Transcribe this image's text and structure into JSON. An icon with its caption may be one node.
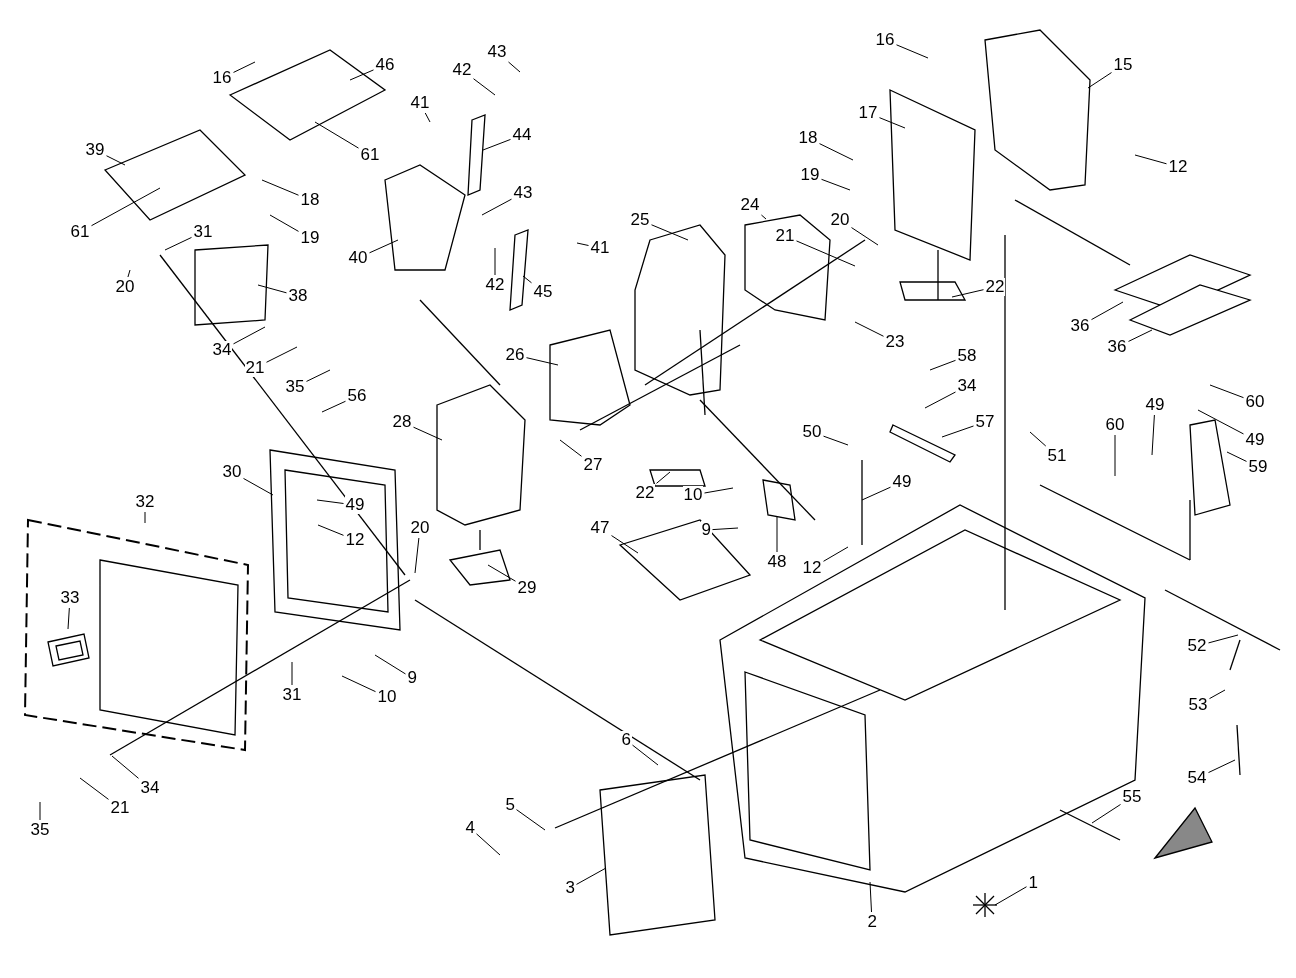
{
  "diagram": {
    "nodes": [
      {
        "text": [
          "16"
        ]
      },
      {
        "text": [
          "43"
        ]
      },
      {
        "text": [
          "15"
        ]
      },
      {
        "text": [
          "46"
        ]
      },
      {
        "text": [
          "42"
        ]
      },
      {
        "text": [
          "16"
        ]
      },
      {
        "text": [
          "41"
        ]
      },
      {
        "text": [
          "17"
        ]
      },
      {
        "text": [
          "44"
        ]
      },
      {
        "text": [
          "18"
        ]
      },
      {
        "text": [
          "39"
        ]
      },
      {
        "text": [
          "61"
        ]
      },
      {
        "text": [
          "12"
        ]
      },
      {
        "text": [
          "19"
        ]
      },
      {
        "text": [
          "43"
        ]
      },
      {
        "text": [
          "18"
        ]
      },
      {
        "text": [
          "24"
        ]
      },
      {
        "text": [
          "20"
        ]
      },
      {
        "text": [
          "25"
        ]
      },
      {
        "text": [
          "61"
        ]
      },
      {
        "text": [
          "31"
        ]
      },
      {
        "text": [
          "21"
        ]
      },
      {
        "text": [
          "19"
        ]
      },
      {
        "text": [
          "41"
        ]
      },
      {
        "text": [
          "40"
        ]
      },
      {
        "text": [
          "42"
        ]
      },
      {
        "text": [
          "20"
        ]
      },
      {
        "text": [
          "22"
        ]
      },
      {
        "text": [
          "45"
        ]
      },
      {
        "text": [
          "38"
        ]
      },
      {
        "text": [
          "36"
        ]
      },
      {
        "text": [
          "23"
        ]
      },
      {
        "text": [
          "36"
        ]
      },
      {
        "text": [
          "34"
        ]
      },
      {
        "text": [
          "26"
        ]
      },
      {
        "text": [
          "58"
        ]
      },
      {
        "text": [
          "21"
        ]
      },
      {
        "text": [
          "34"
        ]
      },
      {
        "text": [
          "35"
        ]
      },
      {
        "text": [
          "56"
        ]
      },
      {
        "text": [
          "60"
        ]
      },
      {
        "text": [
          "49"
        ]
      },
      {
        "text": [
          "28"
        ]
      },
      {
        "text": [
          "57"
        ]
      },
      {
        "text": [
          "60"
        ]
      },
      {
        "text": [
          "50"
        ]
      },
      {
        "text": [
          "49"
        ]
      },
      {
        "text": [
          "51"
        ]
      },
      {
        "text": [
          "27"
        ]
      },
      {
        "text": [
          "59"
        ]
      },
      {
        "text": [
          "30"
        ]
      },
      {
        "text": [
          "49"
        ]
      },
      {
        "text": [
          "22"
        ]
      },
      {
        "text": [
          "10"
        ]
      },
      {
        "text": [
          "32"
        ]
      },
      {
        "text": [
          "49"
        ]
      },
      {
        "text": [
          "20"
        ]
      },
      {
        "text": [
          "47"
        ]
      },
      {
        "text": [
          "9"
        ]
      },
      {
        "text": [
          "12"
        ]
      },
      {
        "text": [
          "48"
        ]
      },
      {
        "text": [
          "12"
        ]
      },
      {
        "text": [
          "29"
        ]
      },
      {
        "text": [
          "33"
        ]
      },
      {
        "text": [
          "52"
        ]
      },
      {
        "text": [
          "9"
        ]
      },
      {
        "text": [
          "31"
        ]
      },
      {
        "text": [
          "10"
        ]
      },
      {
        "text": [
          "53"
        ]
      },
      {
        "text": [
          "6"
        ]
      },
      {
        "text": [
          "54"
        ]
      },
      {
        "text": [
          "34"
        ]
      },
      {
        "text": [
          "55"
        ]
      },
      {
        "text": [
          "5"
        ]
      },
      {
        "text": [
          "21"
        ]
      },
      {
        "text": [
          "4"
        ]
      },
      {
        "text": [
          "35"
        ]
      },
      {
        "text": [
          "1"
        ]
      },
      {
        "text": [
          "3"
        ]
      },
      {
        "text": [
          "2"
        ]
      }
    ],
    "edges": [
      {
        "from": 0,
        "to": null,
        "arrow": "none"
      },
      {
        "from": 1,
        "to": null,
        "arrow": "none"
      },
      {
        "from": 2,
        "to": null,
        "arrow": "none"
      },
      {
        "from": 3,
        "to": null,
        "arrow": "none"
      },
      {
        "from": 4,
        "to": null,
        "arrow": "none"
      },
      {
        "from": 5,
        "to": null,
        "arrow": "none"
      },
      {
        "from": 6,
        "to": null,
        "arrow": "none"
      },
      {
        "from": 7,
        "to": null,
        "arrow": "none"
      },
      {
        "from": 8,
        "to": null,
        "arrow": "none"
      },
      {
        "from": 9,
        "to": null,
        "arrow": "none"
      },
      {
        "from": 10,
        "to": null,
        "arrow": "none"
      },
      {
        "from": 11,
        "to": null,
        "arrow": "none"
      },
      {
        "from": 12,
        "to": null,
        "arrow": "none"
      },
      {
        "from": 13,
        "to": null,
        "arrow": "none"
      },
      {
        "from": 14,
        "to": null,
        "arrow": "none"
      },
      {
        "from": 15,
        "to": null,
        "arrow": "none"
      },
      {
        "from": 16,
        "to": null,
        "arrow": "none"
      },
      {
        "from": 17,
        "to": null,
        "arrow": "none"
      },
      {
        "from": 18,
        "to": null,
        "arrow": "none"
      },
      {
        "from": 19,
        "to": null,
        "arrow": "none"
      },
      {
        "from": 20,
        "to": null,
        "arrow": "none"
      },
      {
        "from": 21,
        "to": null,
        "arrow": "none"
      },
      {
        "from": 22,
        "to": null,
        "arrow": "none"
      },
      {
        "from": 23,
        "to": null,
        "arrow": "none"
      },
      {
        "from": 24,
        "to": null,
        "arrow": "none"
      },
      {
        "from": 25,
        "to": null,
        "arrow": "none"
      },
      {
        "from": 26,
        "to": null,
        "arrow": "none"
      },
      {
        "from": 27,
        "to": null,
        "arrow": "none"
      },
      {
        "from": 28,
        "to": null,
        "arrow": "none"
      },
      {
        "from": 29,
        "to": null,
        "arrow": "none"
      },
      {
        "from": 30,
        "to": null,
        "arrow": "none"
      },
      {
        "from": 31,
        "to": null,
        "arrow": "none"
      },
      {
        "from": 32,
        "to": null,
        "arrow": "none"
      },
      {
        "from": 33,
        "to": null,
        "arrow": "none"
      },
      {
        "from": 34,
        "to": null,
        "arrow": "none"
      },
      {
        "from": 35,
        "to": null,
        "arrow": "none"
      },
      {
        "from": 36,
        "to": null,
        "arrow": "none"
      },
      {
        "from": 37,
        "to": null,
        "arrow": "none"
      },
      {
        "from": 38,
        "to": null,
        "arrow": "none"
      },
      {
        "from": 39,
        "to": null,
        "arrow": "none"
      },
      {
        "from": 40,
        "to": null,
        "arrow": "none"
      },
      {
        "from": 41,
        "to": null,
        "arrow": "none"
      },
      {
        "from": 42,
        "to": null,
        "arrow": "none"
      },
      {
        "from": 43,
        "to": null,
        "arrow": "none"
      },
      {
        "from": 44,
        "to": null,
        "arrow": "none"
      },
      {
        "from": 45,
        "to": null,
        "arrow": "none"
      },
      {
        "from": 46,
        "to": null,
        "arrow": "none"
      },
      {
        "from": 47,
        "to": null,
        "arrow": "none"
      },
      {
        "from": 48,
        "to": null,
        "arrow": "none"
      },
      {
        "from": 49,
        "to": null,
        "arrow": "none"
      },
      {
        "from": 50,
        "to": null,
        "arrow": "none"
      },
      {
        "from": 51,
        "to": null,
        "arrow": "none"
      },
      {
        "from": 52,
        "to": null,
        "arrow": "none"
      },
      {
        "from": 53,
        "to": null,
        "arrow": "none"
      },
      {
        "from": 54,
        "to": null,
        "arrow": "none"
      },
      {
        "from": 55,
        "to": null,
        "arrow": "none"
      },
      {
        "from": 56,
        "to": null,
        "arrow": "none"
      },
      {
        "from": 57,
        "to": null,
        "arrow": "none"
      },
      {
        "from": 58,
        "to": null,
        "arrow": "none"
      },
      {
        "from": 59,
        "to": null,
        "arrow": "none"
      },
      {
        "from": 60,
        "to": null,
        "arrow": "none"
      },
      {
        "from": 61,
        "to": null,
        "arrow": "none"
      },
      {
        "from": 62,
        "to": null,
        "arrow": "none"
      },
      {
        "from": 63,
        "to": null,
        "arrow": "none"
      },
      {
        "from": 64,
        "to": null,
        "arrow": "none"
      },
      {
        "from": 65,
        "to": null,
        "arrow": "none"
      },
      {
        "from": 66,
        "to": null,
        "arrow": "none"
      },
      {
        "from": 67,
        "to": null,
        "arrow": "none"
      },
      {
        "from": 68,
        "to": null,
        "arrow": "none"
      },
      {
        "from": 69,
        "to": null,
        "arrow": "none"
      },
      {
        "from": 70,
        "to": null,
        "arrow": "none"
      },
      {
        "from": 71,
        "to": null,
        "arrow": "none"
      },
      {
        "from": 72,
        "to": null,
        "arrow": "none"
      },
      {
        "from": 73,
        "to": null,
        "arrow": "none"
      },
      {
        "from": 74,
        "to": null,
        "arrow": "none"
      },
      {
        "from": 75,
        "to": null,
        "arrow": "none"
      },
      {
        "from": 76,
        "to": null,
        "arrow": "none"
      },
      {
        "from": 77,
        "to": null,
        "arrow": "none"
      },
      {
        "from": 78,
        "to": null,
        "arrow": "none"
      },
      {
        "from": 79,
        "to": null,
        "arrow": "none"
      }
    ]
  }
}
